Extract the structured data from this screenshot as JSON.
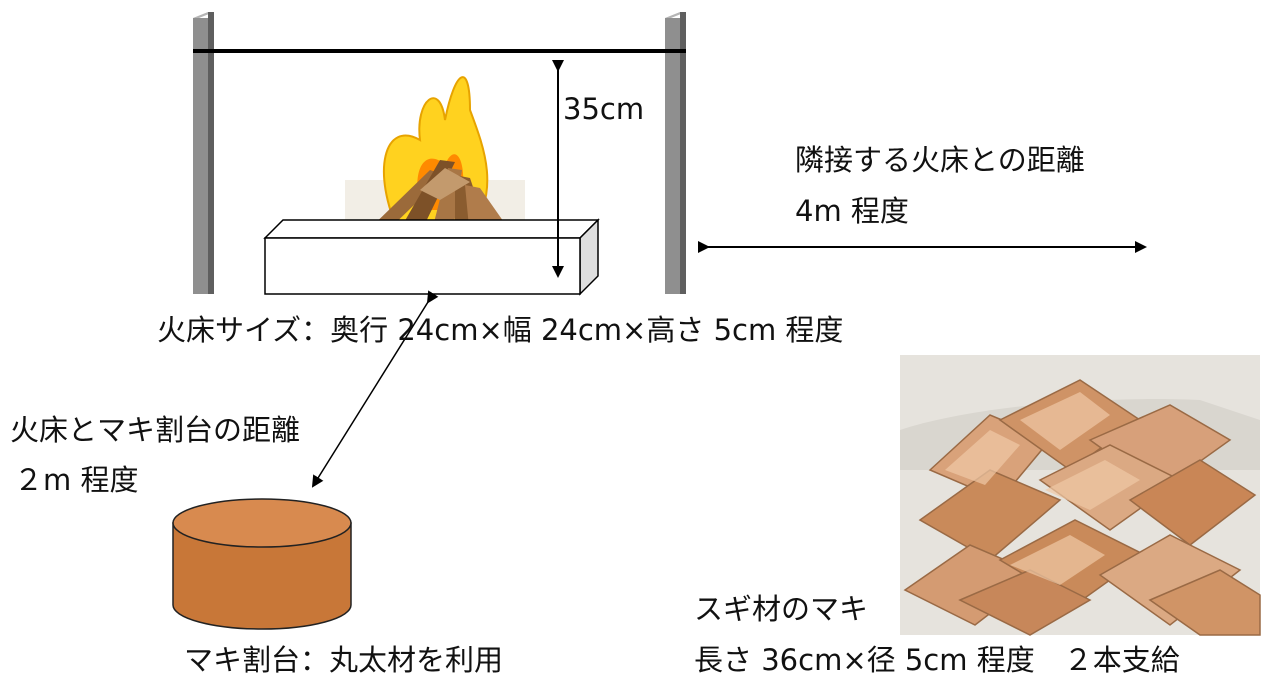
{
  "labels": {
    "height": "35cm",
    "neighbor_distance_line1": "隣接する火床との距離",
    "neighbor_distance_line2": "4m 程度",
    "hearth_size": "火床サイズ：奥行 24cm×幅 24cm×高さ 5cm 程度",
    "chopping_distance_line1": "火床とマキ割台の距離",
    "chopping_distance_line2": "２m 程度",
    "chopping_block": "マキ割台：丸太材を利用",
    "firewood_line1": "スギ材のマキ",
    "firewood_line2": "長さ 36cm×径 5cm 程度　２本支給"
  },
  "colors": {
    "post": "#8f8f8f",
    "post_dark": "#5f5f5f",
    "line": "#000000",
    "block_top": "#d88a4f",
    "block_body": "#c87738",
    "flame_outer": "#ffd21f",
    "flame_inner": "#ff8a00",
    "wood": "#9b6a3a",
    "firewood_bg": "#e6e3dd",
    "firewood": "#c98a5a"
  },
  "icons": [
    "campfire-icon",
    "firewood-photo",
    "chopping-block-icon",
    "arrow-icon"
  ]
}
